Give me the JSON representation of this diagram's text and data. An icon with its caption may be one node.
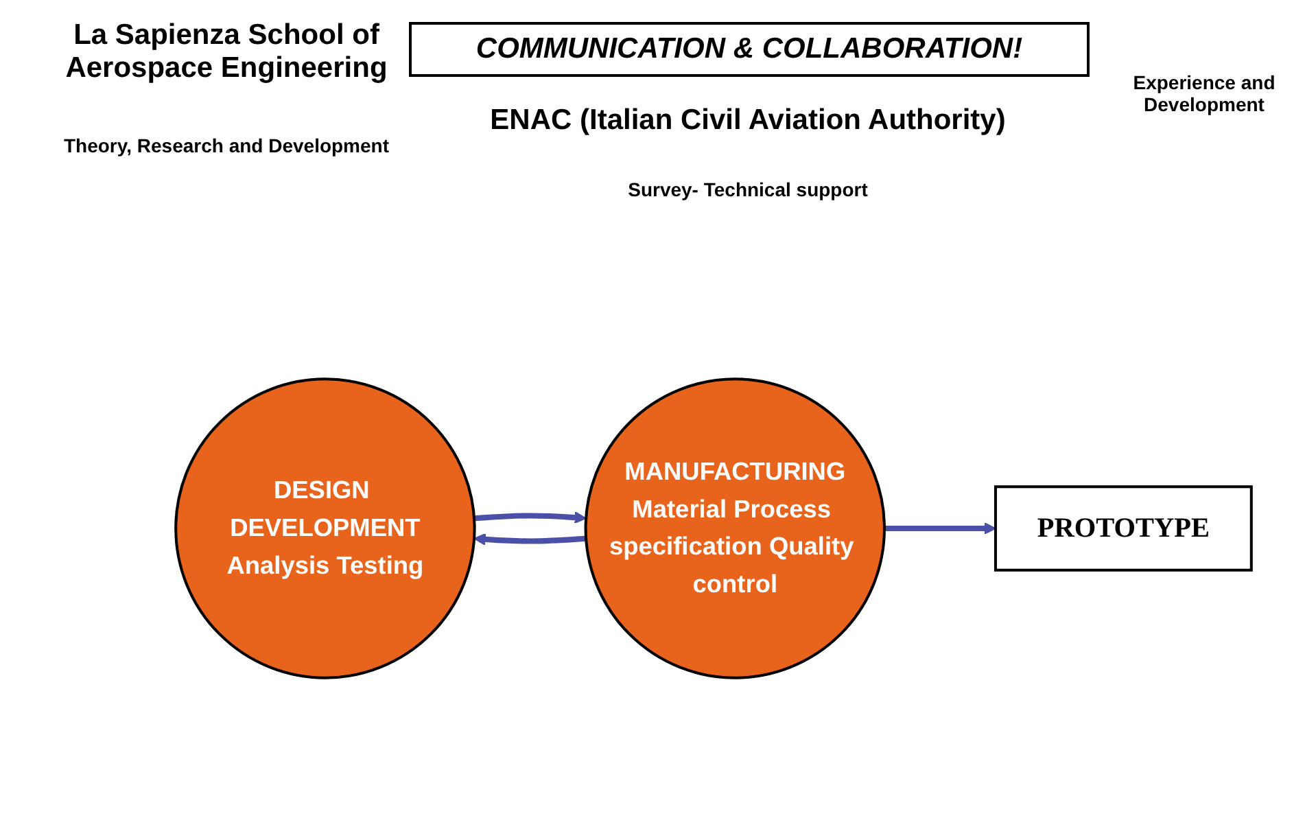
{
  "diagram": {
    "title": "COMMUNICATION & COLLABORATION!",
    "nodes": [
      {
        "text": [
          "DESIGN DEVELOPMENT",
          "Analysis Testing"
        ]
      },
      {
        "text": [
          "MANUFACTURING",
          "Material Process specification Quality control"
        ]
      },
      {
        "text": [
          "PROTOTYPE"
        ]
      }
    ],
    "edges": [
      {
        "from": 0,
        "to": 1,
        "arrow": "to"
      },
      {
        "from": 1,
        "to": 0,
        "arrow": "to"
      },
      {
        "from": 1,
        "to": 2,
        "arrow": "to"
      }
    ],
    "labels": [
      "La Sapienza School of Aerospace Engineering",
      "Theory, Research and Development",
      "ENAC (Italian Civil Aviation Authority)",
      "Survey- Technical support",
      "Experience and Development"
    ]
  }
}
